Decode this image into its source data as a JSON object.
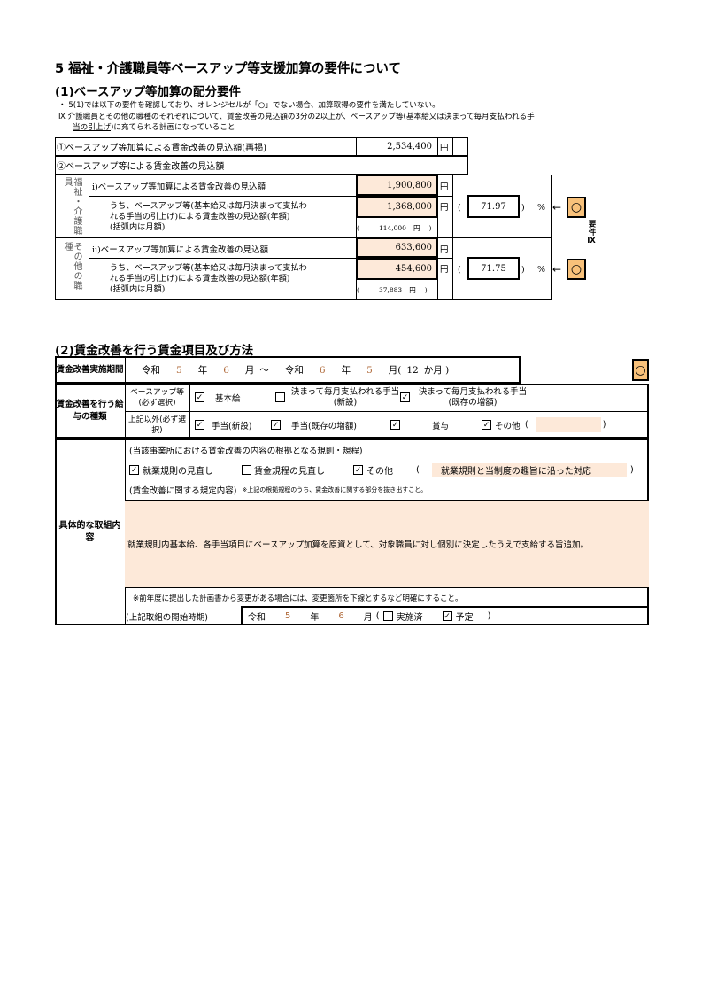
{
  "section": {
    "title": "5 福祉・介護職員等ベースアップ等支援加算の要件について",
    "subtitle": "(1)ベースアップ等加算の配分要件",
    "note1": "・ 5(1)では以下の要件を確認しており、オレンジセルが「○」でない場合、加算取得の要件を満たしていない。",
    "note2_prefix": "Ⅸ 介護職員とその他の職種のそれぞれについて、賃金改善の見込額の3分の2以上が、ベースアップ等(",
    "note2_underline": "基本給又は決まって毎月支払われる手",
    "note2_line2_underline": "当の引上げ",
    "note2_line2_rest": ")に充てられる計画になっていること"
  },
  "table1": {
    "row1_label": "①ベースアップ等加算による賃金改善の見込額(再掲)",
    "row1_value": "2,534,400",
    "row1_unit": "円",
    "row2_label": "②ベースアップ等による賃金改善の見込額",
    "group1_label": "福祉・介護職員",
    "group1_i_label": "ⅰ)ベースアップ等加算による賃金改善の見込額",
    "group1_i_value": "1,900,800",
    "group1_sub_label_l1": "うち、ベースアップ等(基本給又は毎月決まって支払わ",
    "group1_sub_label_l2": "れる手当の引上げ)による賃金改善の見込額(年額)",
    "group1_sub_label_l3": "(括弧内は月額)",
    "group1_sub_value": "1,368,000",
    "group1_monthly": "114,000",
    "group1_rate": "71.97",
    "group2_label": "その他の職種",
    "group2_ii_label": "ⅱ)ベースアップ等加算による賃金改善の見込額",
    "group2_ii_value": "633,600",
    "group2_sub_value": "454,600",
    "group2_monthly": "37,883",
    "group2_rate": "71.75",
    "yen": "円",
    "percent": "%",
    "open_paren": "(",
    "close_paren": ")",
    "arrow": "←",
    "circle": "○",
    "req_label": "要件Ⅸ"
  },
  "section2": {
    "title": "(2)賃金改善を行う賃金項目及び方法",
    "period_label": "賃金改善実施期間",
    "era": "令和",
    "start_year": "5",
    "start_month": "6",
    "end_year": "6",
    "end_month": "5",
    "year_unit": "年",
    "month_unit": "月",
    "tilde": "～",
    "months_prefix": "月(",
    "months_count": "12",
    "months_suffix": "か月 )",
    "circle": "○",
    "types_label": "賃金改善を行う給与の種類",
    "base_select_label": "ベースアップ等(必ず選択)",
    "kihonkyu": "基本給",
    "fixed_new": "決まって毎月支払われる手当(新設)",
    "fixed_increase": "決まって毎月支払われる手当(既存の増額)",
    "other_select_label": "上記以外(必ず選択)",
    "allowance_new": "手当(新設)",
    "allowance_increase": "手当(既存の増額)",
    "bonus": "賞与",
    "other": "その他",
    "other_paren_open": "(",
    "other_paren_close": ")",
    "check": "✓",
    "detail_label": "具体的な取組内容",
    "basis_heading": "(当該事業所における賃金改善の内容の根拠となる規則・規程)",
    "rule1": "就業規則の見直し",
    "rule2": "賃金規程の見直し",
    "rule3": "その他",
    "rule_other_value": "就業規則と当制度の趣旨に沿った対応",
    "provision_heading": "(賃金改善に関する規定内容)",
    "provision_note": "※上記の根拠規程のうち、賃金改善に関する部分を抜き出すこと。",
    "provision_text": "就業規則内基本給、各手当項目にベースアップ加算を原資として、対象職員に対し個別に決定したうえで支給する旨追加。",
    "change_note_prefix": "※前年度に提出した計画書から変更がある場合には、変更箇所を",
    "change_note_underline": "下線",
    "change_note_suffix": "とするなど明確にすること。",
    "start_label": "(上記取組の開始時期)",
    "start_era": "令和",
    "start2_year": "5",
    "start2_month": "6",
    "implemented": "実施済",
    "planned": "予定"
  }
}
